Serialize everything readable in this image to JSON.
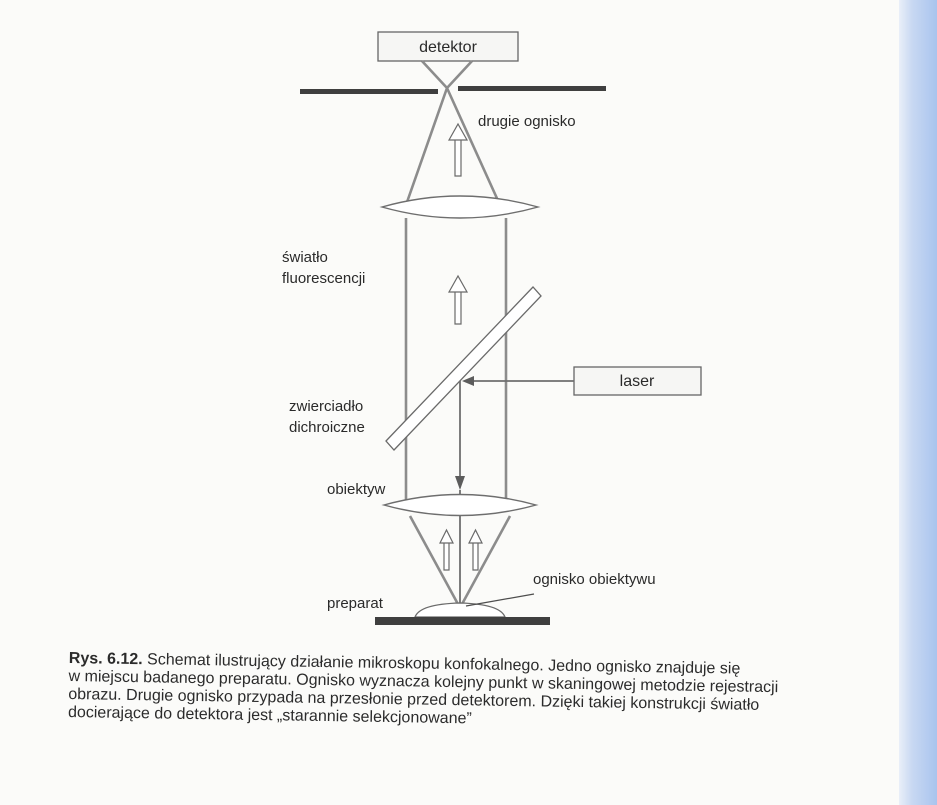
{
  "diagram": {
    "labels": {
      "detector": "detektor",
      "second_focus": "drugie ognisko",
      "fluorescence_line1": "światło",
      "fluorescence_line2": "fluorescencji",
      "laser": "laser",
      "mirror_line1": "zwierciadło",
      "mirror_line2": "dichroiczne",
      "objective": "obiektyw",
      "objective_focus": "ognisko obiektywu",
      "specimen": "preparat"
    }
  },
  "caption": {
    "figure_number": "Rys. 6.12.",
    "line1_rest": " Schemat ilustrujący działanie mikroskopu konfokalnego. Jedno ognisko znajduje się",
    "line2": "w miejscu badanego preparatu. Ognisko wyznacza kolejny punkt w skaningowej metodzie rejestracji",
    "line3": "obrazu. Drugie ognisko przypada na przesłonie przed detektorem. Dzięki takiej konstrukcji światło",
    "line4": "docierające do detektora jest „starannie selekcjonowane”"
  }
}
